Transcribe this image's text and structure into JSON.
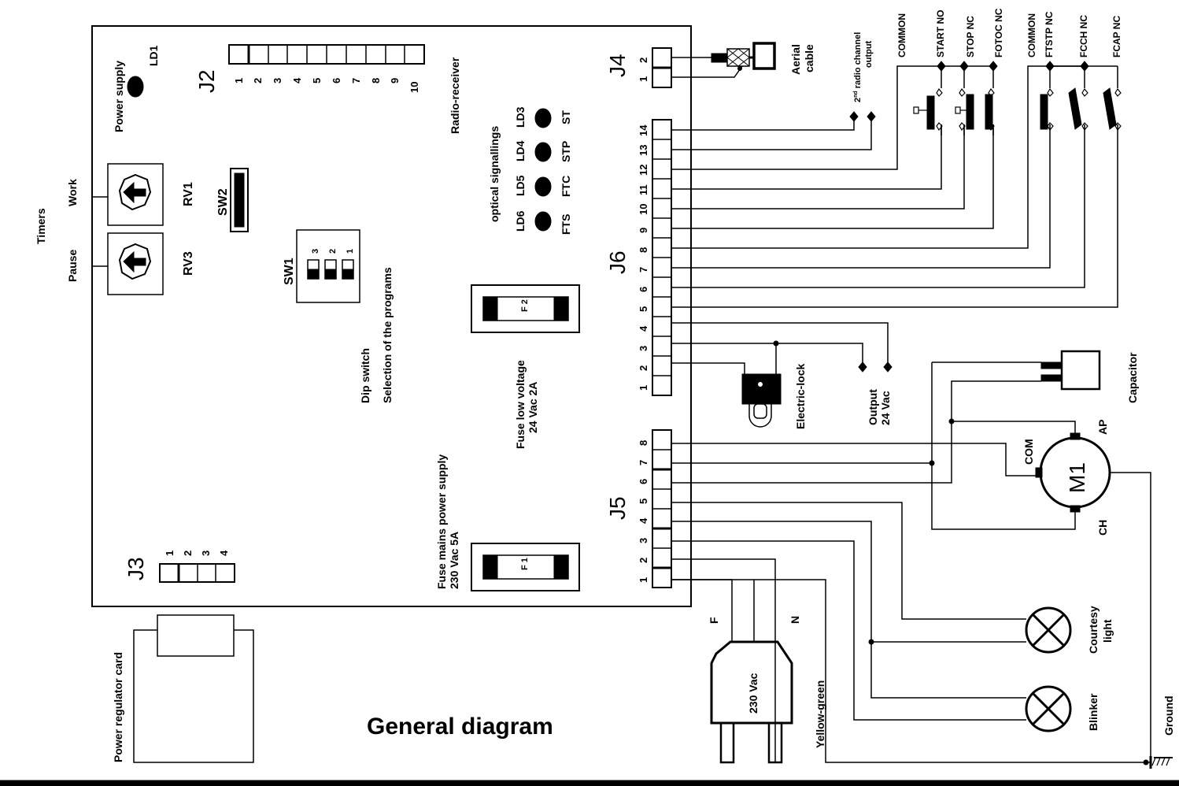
{
  "title": "General diagram",
  "board": {
    "connectors": {
      "j2": "J2",
      "j3": "J3",
      "j4": "J4",
      "j5": "J5",
      "j6": "J6"
    },
    "j2_pins": [
      "1",
      "2",
      "3",
      "4",
      "5",
      "6",
      "7",
      "8",
      "9",
      "10"
    ],
    "j3_pins": [
      "1",
      "2",
      "3",
      "4"
    ],
    "j4_pins": [
      "2",
      "1"
    ],
    "j5_pins": [
      "8",
      "7",
      "6",
      "5",
      "4",
      "3",
      "2",
      "1"
    ],
    "j6_pins": [
      "14",
      "13",
      "12",
      "11",
      "10",
      "9",
      "8",
      "7",
      "6",
      "5",
      "4",
      "3",
      "2",
      "1"
    ],
    "power_supply": "Power supply",
    "ld1": "LD1",
    "radio_receiver": "Radio-receiver",
    "timers": "Timers",
    "work": "Work",
    "pause": "Pause",
    "rv1": "RV1",
    "rv3": "RV3",
    "sw2": "SW2",
    "sw1": "SW1",
    "sw1_positions": [
      "3",
      "2",
      "1"
    ],
    "dip_switch": "Dip switch",
    "selection": "Selection of the programs",
    "optical": "optical signallings",
    "leds": [
      {
        "ld": "LD3",
        "sig": "ST"
      },
      {
        "ld": "LD4",
        "sig": "STP"
      },
      {
        "ld": "LD5",
        "sig": "FTC"
      },
      {
        "ld": "LD6",
        "sig": "FTS"
      }
    ],
    "fuse2_label": "F 2",
    "fuse2_text1": "Fuse low voltage",
    "fuse2_text2": "24 Vac  2A",
    "fuse1_label": "F 1",
    "fuse1_text1": "Fuse mains power supply",
    "fuse1_text2": "230 Vac  5A"
  },
  "external": {
    "aerial1": "Aerial",
    "aerial2": "cable",
    "radio2_sup": "nd",
    "radio2_pre": "2",
    "radio2_rest": " radio channel",
    "radio2_line2": "output",
    "contacts_left": [
      "COMMON",
      "START NO",
      "STOP NC",
      "FOTOC NC"
    ],
    "contacts_right": [
      "COMMON",
      "FTSTP NC",
      "FCCH NC",
      "FCAP NC"
    ],
    "electric_lock": "Electric-lock",
    "output1": "Output",
    "output2": "24 Vac",
    "capacitor": "Capacitor",
    "motor": "M1",
    "com": "COM",
    "ap": "AP",
    "ch": "CH",
    "courtesy1": "Courtesy",
    "courtesy2": "light",
    "blinker": "Blinker",
    "ground": "Ground",
    "yellow_green": "Yellow-green",
    "phase": "F",
    "neutral": "N",
    "plug": "230 Vac",
    "power_regulator": "Power regulator card"
  }
}
